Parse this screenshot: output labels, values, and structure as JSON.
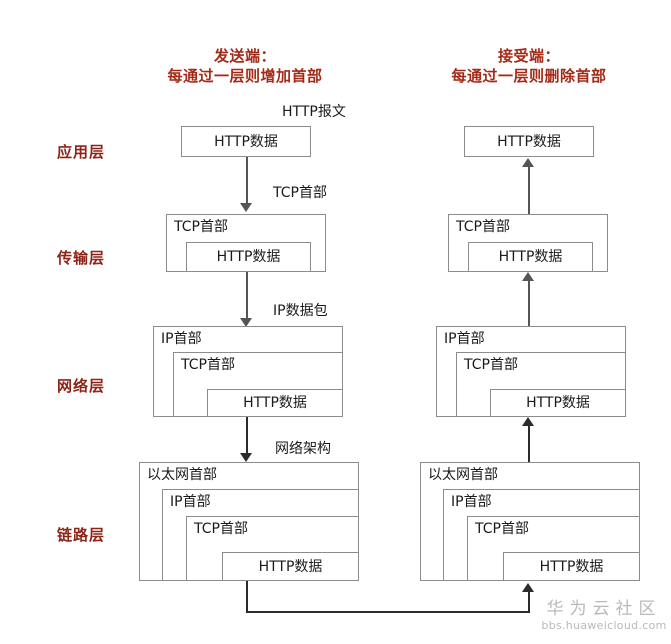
{
  "headers": {
    "sender": {
      "title": "发送端：",
      "subtitle": "每通过一层则增加首部"
    },
    "receiver": {
      "title": "接受端：",
      "subtitle": "每通过一层则删除首部"
    }
  },
  "layers": [
    {
      "name": "application",
      "label": "应用层"
    },
    {
      "name": "transport",
      "label": "传输层"
    },
    {
      "name": "network",
      "label": "网络层"
    },
    {
      "name": "link",
      "label": "链路层"
    }
  ],
  "annotations": {
    "http_message": "HTTP报文",
    "tcp_header": "TCP首部",
    "ip_packet": "IP数据包",
    "network_frame": "网络架构"
  },
  "pdu": {
    "http_data": "HTTP数据",
    "tcp_header": "TCP首部",
    "ip_header": "IP首部",
    "ethernet_header": "以太网首部"
  },
  "sender_stack": [
    {
      "layer": "应用层",
      "boxes": [
        "HTTP数据"
      ]
    },
    {
      "layer": "传输层",
      "boxes": [
        "TCP首部",
        "HTTP数据"
      ]
    },
    {
      "layer": "网络层",
      "boxes": [
        "IP首部",
        "TCP首部",
        "HTTP数据"
      ]
    },
    {
      "layer": "链路层",
      "boxes": [
        "以太网首部",
        "IP首部",
        "TCP首部",
        "HTTP数据"
      ]
    }
  ],
  "receiver_stack": [
    {
      "layer": "应用层",
      "boxes": [
        "HTTP数据"
      ]
    },
    {
      "layer": "传输层",
      "boxes": [
        "TCP首部",
        "HTTP数据"
      ]
    },
    {
      "layer": "网络层",
      "boxes": [
        "IP首部",
        "TCP首部",
        "HTTP数据"
      ]
    },
    {
      "layer": "链路层",
      "boxes": [
        "以太网首部",
        "IP首部",
        "TCP首部",
        "HTTP数据"
      ]
    }
  ],
  "watermark": {
    "brand": "华为云社区",
    "url": "bbs.huaweicloud.com"
  },
  "colors": {
    "header_text": "#a42a18",
    "layer_label": "#8d2418",
    "box_border": "#8c8c8c",
    "arrow": "#555555",
    "arrow_dark": "#2b2b2b",
    "watermark": "#b9b9b9",
    "background": "#ffffff"
  }
}
